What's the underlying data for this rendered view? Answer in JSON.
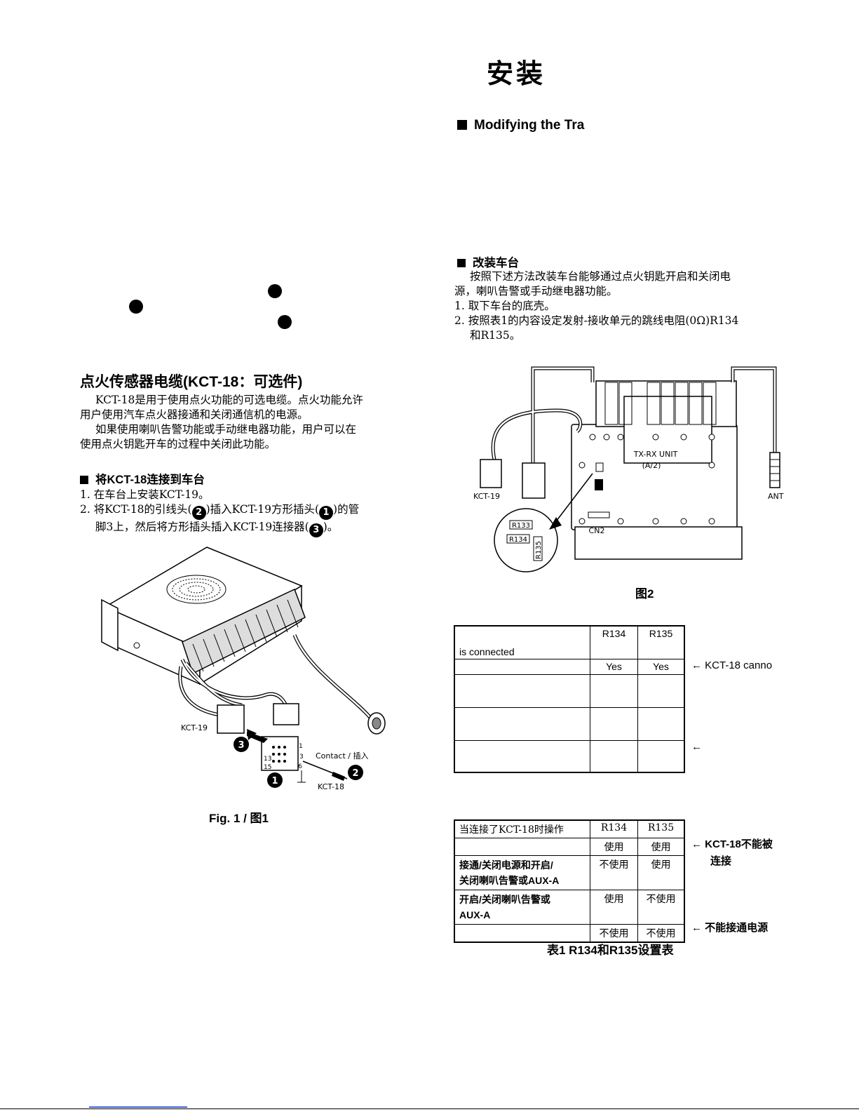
{
  "page": {
    "title": "安装",
    "section_en": "Modifying the Tra"
  },
  "left": {
    "heading": "点火传感器电缆(KCT-18：可选件)",
    "para1": "KCT-18是用于使用点火功能的可选电缆。点火功能允许",
    "para1b": "用户使用汽车点火器接通和关闭通信机的电源。",
    "para2": "如果使用喇叭告警功能或手动继电器功能，用户可以在",
    "para2b": "使用点火钥匙开车的过程中关闭此功能。",
    "sub_heading": "将KCT-18连接到车台",
    "step1": "1. 在车台上安装KCT-19。",
    "step2a_pre": "2. 将KCT-18的引线头(",
    "step2a_mid": ")插入KCT-19方形插头(",
    "step2a_post": ")的管",
    "step2b_pre": "脚3上，然后将方形插头插入KCT-19连接器(",
    "step2b_post": ")。",
    "num1": "1",
    "num2": "2",
    "num3": "3",
    "fig_caption": "Fig. 1 / 图1",
    "fig_labels": {
      "kct19": "KCT-19",
      "contact": "Contact / 插入",
      "kct18": "KCT-18",
      "pin1": "1",
      "pin3": "3",
      "pin6": "6",
      "pin13": "13",
      "pin15": "15",
      "n1": "1",
      "n2": "2",
      "n3": "3"
    }
  },
  "right": {
    "sub_heading": "改装车台",
    "para1": "按照下述方法改装车台能够通过点火钥匙开启和关闭电",
    "para1b": "源，喇叭告警或手动继电器功能。",
    "step1": "1. 取下车台的底壳。",
    "step2": "2. 按照表1的内容设定发射-接收单元的跳线电阻(0Ω)R134",
    "step2b": "和R135。",
    "fig2_labels": {
      "unit": "TX-RX UNIT",
      "unit_sub": "(A/2)",
      "cn2": "CN2",
      "kct19": "KCT-19",
      "ant": "ANT",
      "r133": "R133",
      "r134": "R134",
      "r135": "R135"
    },
    "fig2_caption": "图2"
  },
  "table_en": {
    "header": [
      "is connected",
      "R134",
      "R135"
    ],
    "rows": [
      [
        "",
        "Yes",
        "Yes"
      ],
      [
        "",
        "",
        ""
      ],
      [
        "",
        "",
        ""
      ],
      [
        "",
        "",
        ""
      ]
    ],
    "side_notes": [
      "← KCT-18 canno",
      "←"
    ]
  },
  "table_cn": {
    "header": [
      "当连接了KCT-18时操作",
      "R134",
      "R135"
    ],
    "rows": [
      [
        "",
        "使用",
        "使用"
      ],
      [
        "接通/关闭电源和开启/\n关闭喇叭告警或AUX-A",
        "不使用",
        "使用"
      ],
      [
        "开启/关闭喇叭告警或\nAUX-A",
        "使用",
        "不使用"
      ],
      [
        "",
        "不使用",
        "不使用"
      ]
    ],
    "side_notes": [
      "← KCT-18不能被",
      "连接",
      "← 不能接通电源"
    ],
    "caption": "表1   R134和R135设置表"
  }
}
